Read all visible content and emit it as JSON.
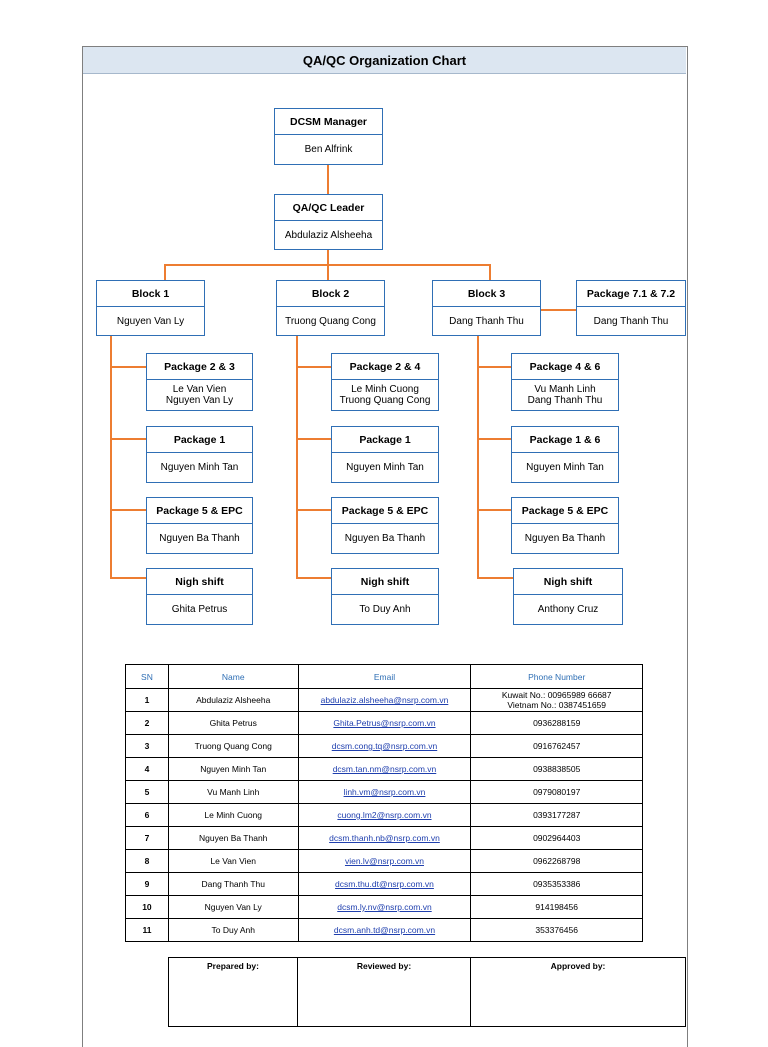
{
  "title": "QA/QC Organization Chart",
  "top": {
    "manager": {
      "role": "DCSM Manager",
      "name": "Ben Alfrink"
    },
    "leader": {
      "role": "QA/QC Leader",
      "name": "Abdulaziz Alsheeha"
    }
  },
  "blocks": [
    {
      "role": "Block 1",
      "name": "Nguyen Van Ly",
      "packages": [
        {
          "role": "Package 2 & 3",
          "name1": "Le Van Vien",
          "name2": "Nguyen Van Ly"
        },
        {
          "role": "Package 1",
          "name1": "Nguyen Minh Tan",
          "name2": ""
        },
        {
          "role": "Package 5 & EPC",
          "name1": "Nguyen Ba Thanh",
          "name2": ""
        },
        {
          "role": "Nigh shift",
          "name1": "Ghita Petrus",
          "name2": ""
        }
      ]
    },
    {
      "role": "Block 2",
      "name": "Truong Quang Cong",
      "packages": [
        {
          "role": "Package 2 & 4",
          "name1": "Le Minh Cuong",
          "name2": "Truong Quang Cong"
        },
        {
          "role": "Package 1",
          "name1": "Nguyen Minh Tan",
          "name2": ""
        },
        {
          "role": "Package 5 & EPC",
          "name1": "Nguyen Ba Thanh",
          "name2": ""
        },
        {
          "role": "Nigh shift",
          "name1": "To Duy Anh",
          "name2": ""
        }
      ]
    },
    {
      "role": "Block 3",
      "name": "Dang Thanh Thu",
      "packages": [
        {
          "role": "Package 4 & 6",
          "name1": "Vu Manh Linh",
          "name2": "Dang Thanh Thu"
        },
        {
          "role": "Package 1 & 6",
          "name1": "Nguyen Minh Tan",
          "name2": ""
        },
        {
          "role": "Package 5 & EPC",
          "name1": "Nguyen Ba Thanh",
          "name2": ""
        },
        {
          "role": "Nigh shift",
          "name1": "Anthony Cruz",
          "name2": ""
        }
      ]
    }
  ],
  "package7": {
    "role": "Package 7.1 & 7.2",
    "name": "Dang Thanh Thu"
  },
  "table": {
    "headers": {
      "sn": "SN",
      "name": "Name",
      "email": "Email",
      "phone": "Phone Number"
    },
    "rows": [
      {
        "sn": "1",
        "name": "Abdulaziz Alsheeha",
        "email": "abdulaziz.alsheeha@nsrp.com.vn",
        "phone": "Kuwait No.: 00965989 66687",
        "phone2": "Vietnam No.: 0387451659"
      },
      {
        "sn": "2",
        "name": "Ghita Petrus",
        "email": "Ghita.Petrus@nsrp.com.vn",
        "phone": "0936288159",
        "phone2": ""
      },
      {
        "sn": "3",
        "name": "Truong Quang Cong",
        "email": "dcsm.cong.tq@nsrp.com.vn",
        "phone": "0916762457",
        "phone2": ""
      },
      {
        "sn": "4",
        "name": "Nguyen Minh Tan",
        "email": "dcsm.tan.nm@nsrp.com.vn",
        "phone": "0938838505",
        "phone2": ""
      },
      {
        "sn": "5",
        "name": "Vu Manh Linh",
        "email": "linh.vm@nsrp.com.vn",
        "phone": "0979080197",
        "phone2": ""
      },
      {
        "sn": "6",
        "name": "Le Minh Cuong",
        "email": "cuong.lm2@nsrp.com.vn",
        "phone": "0393177287",
        "phone2": ""
      },
      {
        "sn": "7",
        "name": "Nguyen Ba Thanh",
        "email": "dcsm.thanh.nb@nsrp.com.vn",
        "phone": "0902964403",
        "phone2": ""
      },
      {
        "sn": "8",
        "name": "Le Van Vien",
        "email": "vien.lv@nsrp.com.vn",
        "phone": "0962268798",
        "phone2": ""
      },
      {
        "sn": "9",
        "name": "Dang Thanh Thu",
        "email": "dcsm.thu.dt@nsrp.com.vn",
        "phone": "0935353386",
        "phone2": ""
      },
      {
        "sn": "10",
        "name": "Nguyen Van Ly",
        "email": "dcsm.ly.nv@nsrp.com.vn",
        "phone": "914198456",
        "phone2": ""
      },
      {
        "sn": "11",
        "name": "To Duy Anh",
        "email": "dcsm.anh.td@nsrp.com.vn",
        "phone": "353376456",
        "phone2": ""
      }
    ]
  },
  "signatures": {
    "prepared": "Prepared by:",
    "reviewed": "Reviewed by:",
    "approved": "Approved by:"
  },
  "colors": {
    "connector": "#ed7d31",
    "box_border": "#2f6fb5",
    "title_bg": "#dce6f1",
    "link": "#1f3fae"
  }
}
